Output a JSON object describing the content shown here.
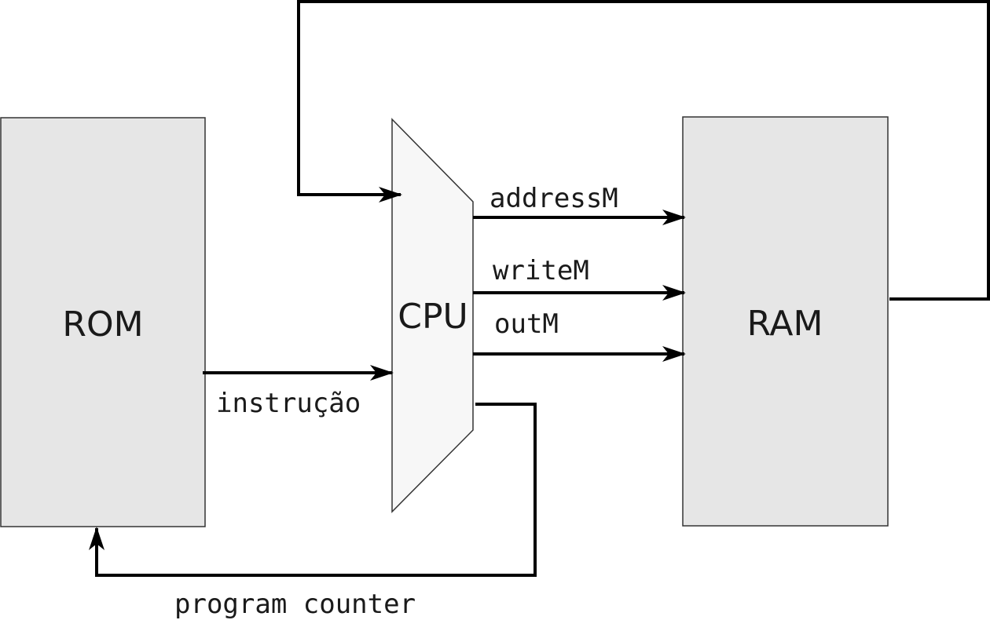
{
  "blocks": {
    "rom": {
      "label": "ROM"
    },
    "cpu": {
      "label": "CPU"
    },
    "ram": {
      "label": "RAM"
    }
  },
  "signals": {
    "instruction": "instrução",
    "address": "addressM",
    "write": "writeM",
    "out": "outM",
    "program_counter": "program counter"
  },
  "colors": {
    "memory_fill": "#e6e6e6",
    "cpu_fill": "#f7f7f7",
    "wire": "#000000"
  }
}
